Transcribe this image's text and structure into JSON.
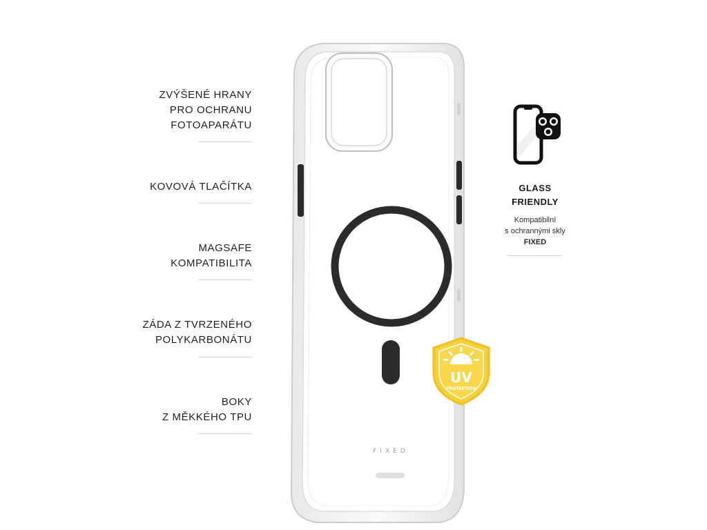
{
  "features": [
    {
      "lines": [
        "ZVÝŠENÉ HRANY",
        "PRO OCHRANU",
        "FOTOAPARÁTU"
      ]
    },
    {
      "lines": [
        "KOVOVÁ TLAČÍTKA"
      ]
    },
    {
      "lines": [
        "MAGSAFE",
        "KOMPATIBILITA"
      ]
    },
    {
      "lines": [
        "ZÁDA Z TVRZENÉHO",
        "POLYKARBONÁTU"
      ]
    },
    {
      "lines": [
        "BOKY",
        "Z MĚKKÉHO TPU"
      ]
    }
  ],
  "case": {
    "brand_mark": "FIXED",
    "colors": {
      "edge": "#c9c9c9",
      "ring": "#2b2b2b",
      "buttons": "#2a2a2a"
    }
  },
  "glass": {
    "title_line1": "GLASS",
    "title_line2": "FRIENDLY",
    "sub_line1": "Kompatibilní",
    "sub_line2": "s ochrannými skly",
    "sub_line3": "FIXED",
    "icon": "phone-with-camera-glass-icon"
  },
  "uv": {
    "label": "UV",
    "sublabel": "PROTECTION",
    "colors": {
      "fill": "#f6d13a",
      "border": "#f3c01e"
    }
  }
}
